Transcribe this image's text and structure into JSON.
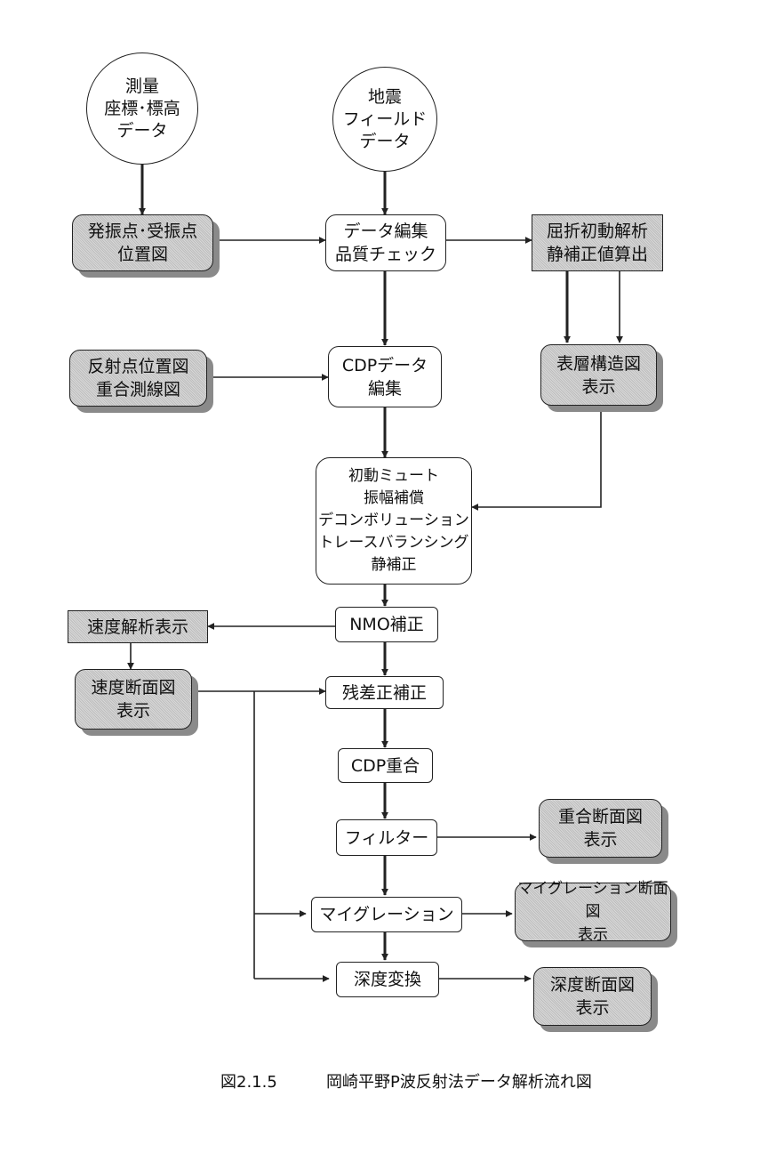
{
  "nodes": {
    "survey_data": "測量\n座標･標高\nデータ",
    "seismic_field_data": "地震\nフィールド\nデータ",
    "shot_receiver_map": "発振点･受振点\n位置図",
    "data_edit_qc": "データ編集\n品質チェック",
    "refraction_static": "屈折初動解析\n静補正値算出",
    "reflection_point_map": "反射点位置図\n重合測線図",
    "cdp_data_edit": "CDPデータ\n編集",
    "surface_layer_display": "表層構造図\n表示",
    "processing_steps": "初動ミュート\n振幅補償\nデコンボリューション\nトレースバランシング\n静補正",
    "nmo_correction": "NMO補正",
    "velocity_analysis_display": "速度解析表示",
    "velocity_section_display": "速度断面図\n表示",
    "residual_static": "残差正補正",
    "cdp_stack": "CDP重合",
    "stack_section_display": "重合断面図\n表示",
    "filter": "フィルター",
    "migration": "マイグレーション",
    "migration_section_display": "マイグレーション断面図\n表示",
    "depth_conversion": "深度変換",
    "depth_section_display": "深度断面図\n表示"
  },
  "caption": {
    "figure_number": "図2.1.5",
    "title": "岡崎平野P波反射法データ解析流れ図"
  }
}
